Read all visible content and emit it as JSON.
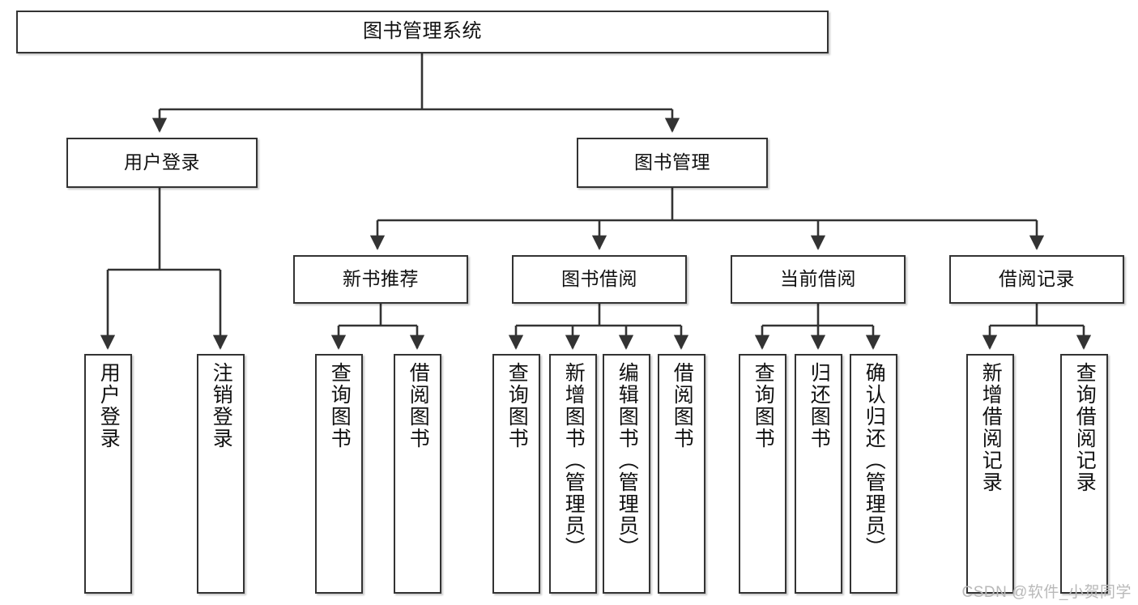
{
  "diagram": {
    "title": "图书管理系统",
    "type": "tree",
    "watermark": "CSDN @软件_小贺同学",
    "colors": {
      "node_border": "#333333",
      "node_fill": "#ffffff",
      "edge": "#333333",
      "text": "#111111",
      "watermark": "#b9b9b9",
      "background": "#ffffff"
    },
    "nodes": {
      "root": {
        "label": "图书管理系统"
      },
      "level2": [
        {
          "id": "user-login",
          "label": "用户登录"
        },
        {
          "id": "book-manage",
          "label": "图书管理"
        }
      ],
      "level3": [
        {
          "id": "new-book-recommend",
          "label": "新书推荐"
        },
        {
          "id": "book-borrow",
          "label": "图书借阅"
        },
        {
          "id": "current-borrow",
          "label": "当前借阅"
        },
        {
          "id": "borrow-record",
          "label": "借阅记录"
        }
      ],
      "leaves": {
        "user-login": [
          {
            "id": "leaf-user-login",
            "label": "用户登录"
          },
          {
            "id": "leaf-logout-login",
            "label": "注销登录"
          }
        ],
        "new-book-recommend": [
          {
            "id": "leaf-query-book-1",
            "label": "查询图书"
          },
          {
            "id": "leaf-borrow-book-1",
            "label": "借阅图书"
          }
        ],
        "book-borrow": [
          {
            "id": "leaf-query-book-2",
            "label": "查询图书"
          },
          {
            "id": "leaf-add-book-admin",
            "label": "新增图书（管理员）"
          },
          {
            "id": "leaf-edit-book-admin",
            "label": "编辑图书（管理员）"
          },
          {
            "id": "leaf-borrow-book-2",
            "label": "借阅图书"
          }
        ],
        "current-borrow": [
          {
            "id": "leaf-query-book-3",
            "label": "查询图书"
          },
          {
            "id": "leaf-return-book",
            "label": "归还图书"
          },
          {
            "id": "leaf-confirm-return-admin",
            "label": "确认归还（管理员）"
          }
        ],
        "borrow-record": [
          {
            "id": "leaf-add-borrow-record",
            "label": "新增借阅记录"
          },
          {
            "id": "leaf-query-borrow-record",
            "label": "查询借阅记录"
          }
        ]
      }
    }
  }
}
